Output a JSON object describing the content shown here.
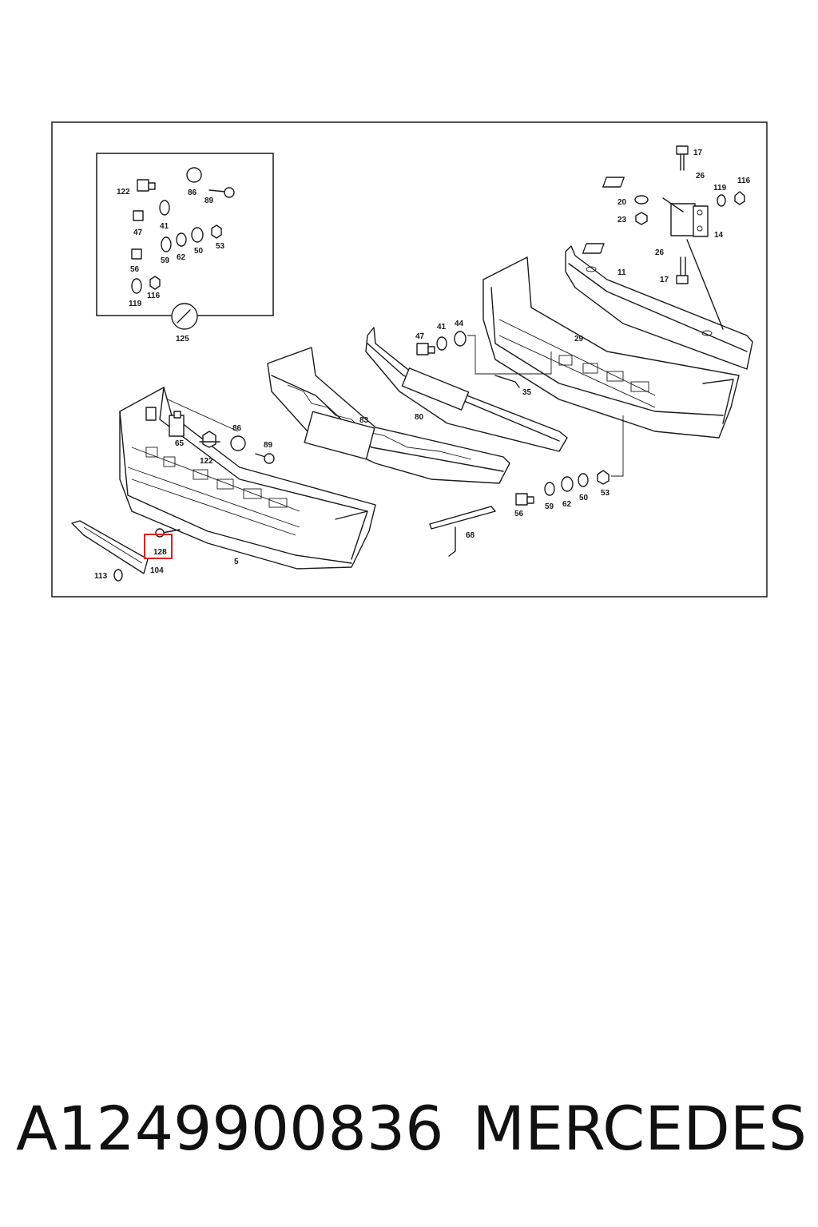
{
  "diagram": {
    "callouts": [
      "17",
      "26",
      "119",
      "116",
      "20",
      "23",
      "14",
      "26",
      "17",
      "11",
      "29",
      "47",
      "41",
      "44",
      "35",
      "83",
      "80",
      "122",
      "86",
      "89",
      "41",
      "47",
      "53",
      "50",
      "62",
      "59",
      "56",
      "119",
      "116",
      "125",
      "65",
      "122",
      "86",
      "89",
      "56",
      "59",
      "62",
      "50",
      "53",
      "68",
      "128",
      "104",
      "113",
      "5"
    ],
    "highlighted_callout": "128"
  },
  "caption": {
    "part_number": "A1249900836",
    "brand": "MERCEDES"
  }
}
